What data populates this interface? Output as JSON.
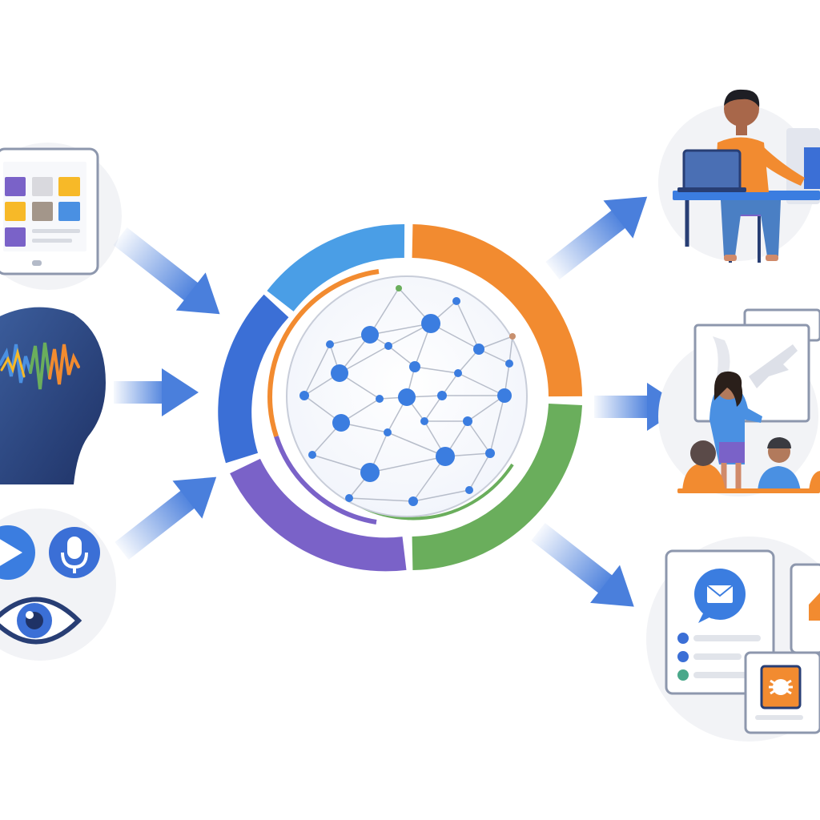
{
  "diagram": {
    "inputs": [
      {
        "id": "input-dashboard",
        "icon": "tablet-dashboard-icon"
      },
      {
        "id": "input-audio-head",
        "icon": "head-soundwave-icon"
      },
      {
        "id": "input-media",
        "icon": "play-mic-eye-icon"
      }
    ],
    "hub": {
      "icon": "neural-network-sphere-icon"
    },
    "outputs": [
      {
        "id": "output-work",
        "icon": "person-at-laptop-icon"
      },
      {
        "id": "output-teaching",
        "icon": "teacher-classroom-icon"
      },
      {
        "id": "output-documents",
        "icon": "document-cards-icon"
      }
    ]
  },
  "colors": {
    "blue": "#4a90e2",
    "darkBlue": "#3b6fd6",
    "orange": "#f28b30",
    "green": "#6aae5c",
    "purple": "#7a62c8",
    "navy": "#283e74",
    "ring_gray": "#eef0f4"
  }
}
